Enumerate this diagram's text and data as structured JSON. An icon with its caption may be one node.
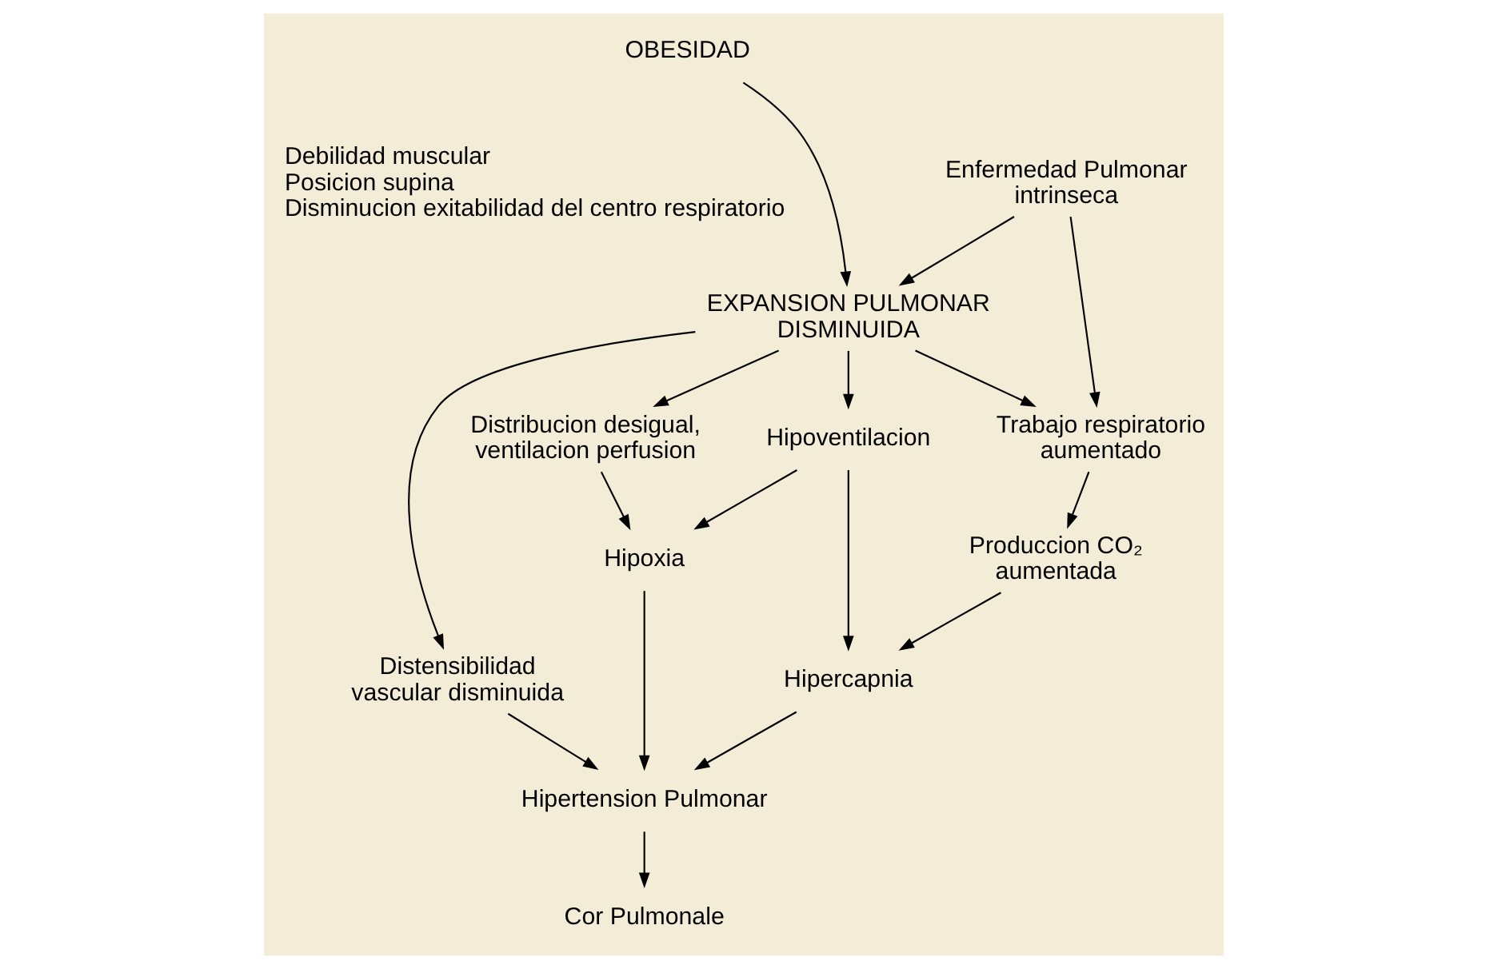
{
  "diagram": {
    "nodes": [
      {
        "text": [
          "OBESIDAD"
        ]
      },
      {
        "text": [
          "Enfermedad Pulmonar intrinseca"
        ]
      },
      {
        "text": [
          "EXPANSION PULMONAR DISMINUIDA"
        ]
      },
      {
        "text": [
          "Trabajo respiratorio aumentado"
        ]
      },
      {
        "text": [
          "Distribucion desigual, ventilacion perfusion"
        ]
      },
      {
        "text": [
          "Distensibilidad vascular disminuida"
        ]
      },
      {
        "text": [
          "Hipoventilacion"
        ]
      },
      {
        "text": [
          "Produccion CO₂ aumentada"
        ]
      },
      {
        "text": [
          "Hipoxia"
        ]
      },
      {
        "text": [
          "Hipercapnia"
        ]
      },
      {
        "text": [
          "Hipertension Pulmonar"
        ]
      },
      {
        "text": [
          "Cor Pulmonale"
        ]
      }
    ],
    "edges": [
      {
        "from": 0,
        "to": 2,
        "arrow": "to"
      },
      {
        "from": 1,
        "to": 2,
        "arrow": "to"
      },
      {
        "from": 1,
        "to": 3,
        "arrow": "to"
      },
      {
        "from": 2,
        "to": 3,
        "arrow": "to"
      },
      {
        "from": 2,
        "to": 4,
        "arrow": "to"
      },
      {
        "from": 2,
        "to": 5,
        "arrow": "to"
      },
      {
        "from": 2,
        "to": 6,
        "arrow": "to"
      },
      {
        "from": 3,
        "to": 7,
        "arrow": "to"
      },
      {
        "from": 7,
        "to": 9,
        "arrow": "to"
      },
      {
        "from": 4,
        "to": 8,
        "arrow": "to"
      },
      {
        "from": 6,
        "to": 8,
        "arrow": "to"
      },
      {
        "from": 6,
        "to": 9,
        "arrow": "to"
      },
      {
        "from": 5,
        "to": 10,
        "arrow": "to"
      },
      {
        "from": 8,
        "to": 10,
        "arrow": "to"
      },
      {
        "from": 9,
        "to": 10,
        "arrow": "to"
      },
      {
        "from": 10,
        "to": 11,
        "arrow": "to"
      }
    ],
    "labels": [
      "Debilidad muscular",
      "Posicion supina",
      "Disminucion exitabilidad del centro respiratorio"
    ]
  }
}
